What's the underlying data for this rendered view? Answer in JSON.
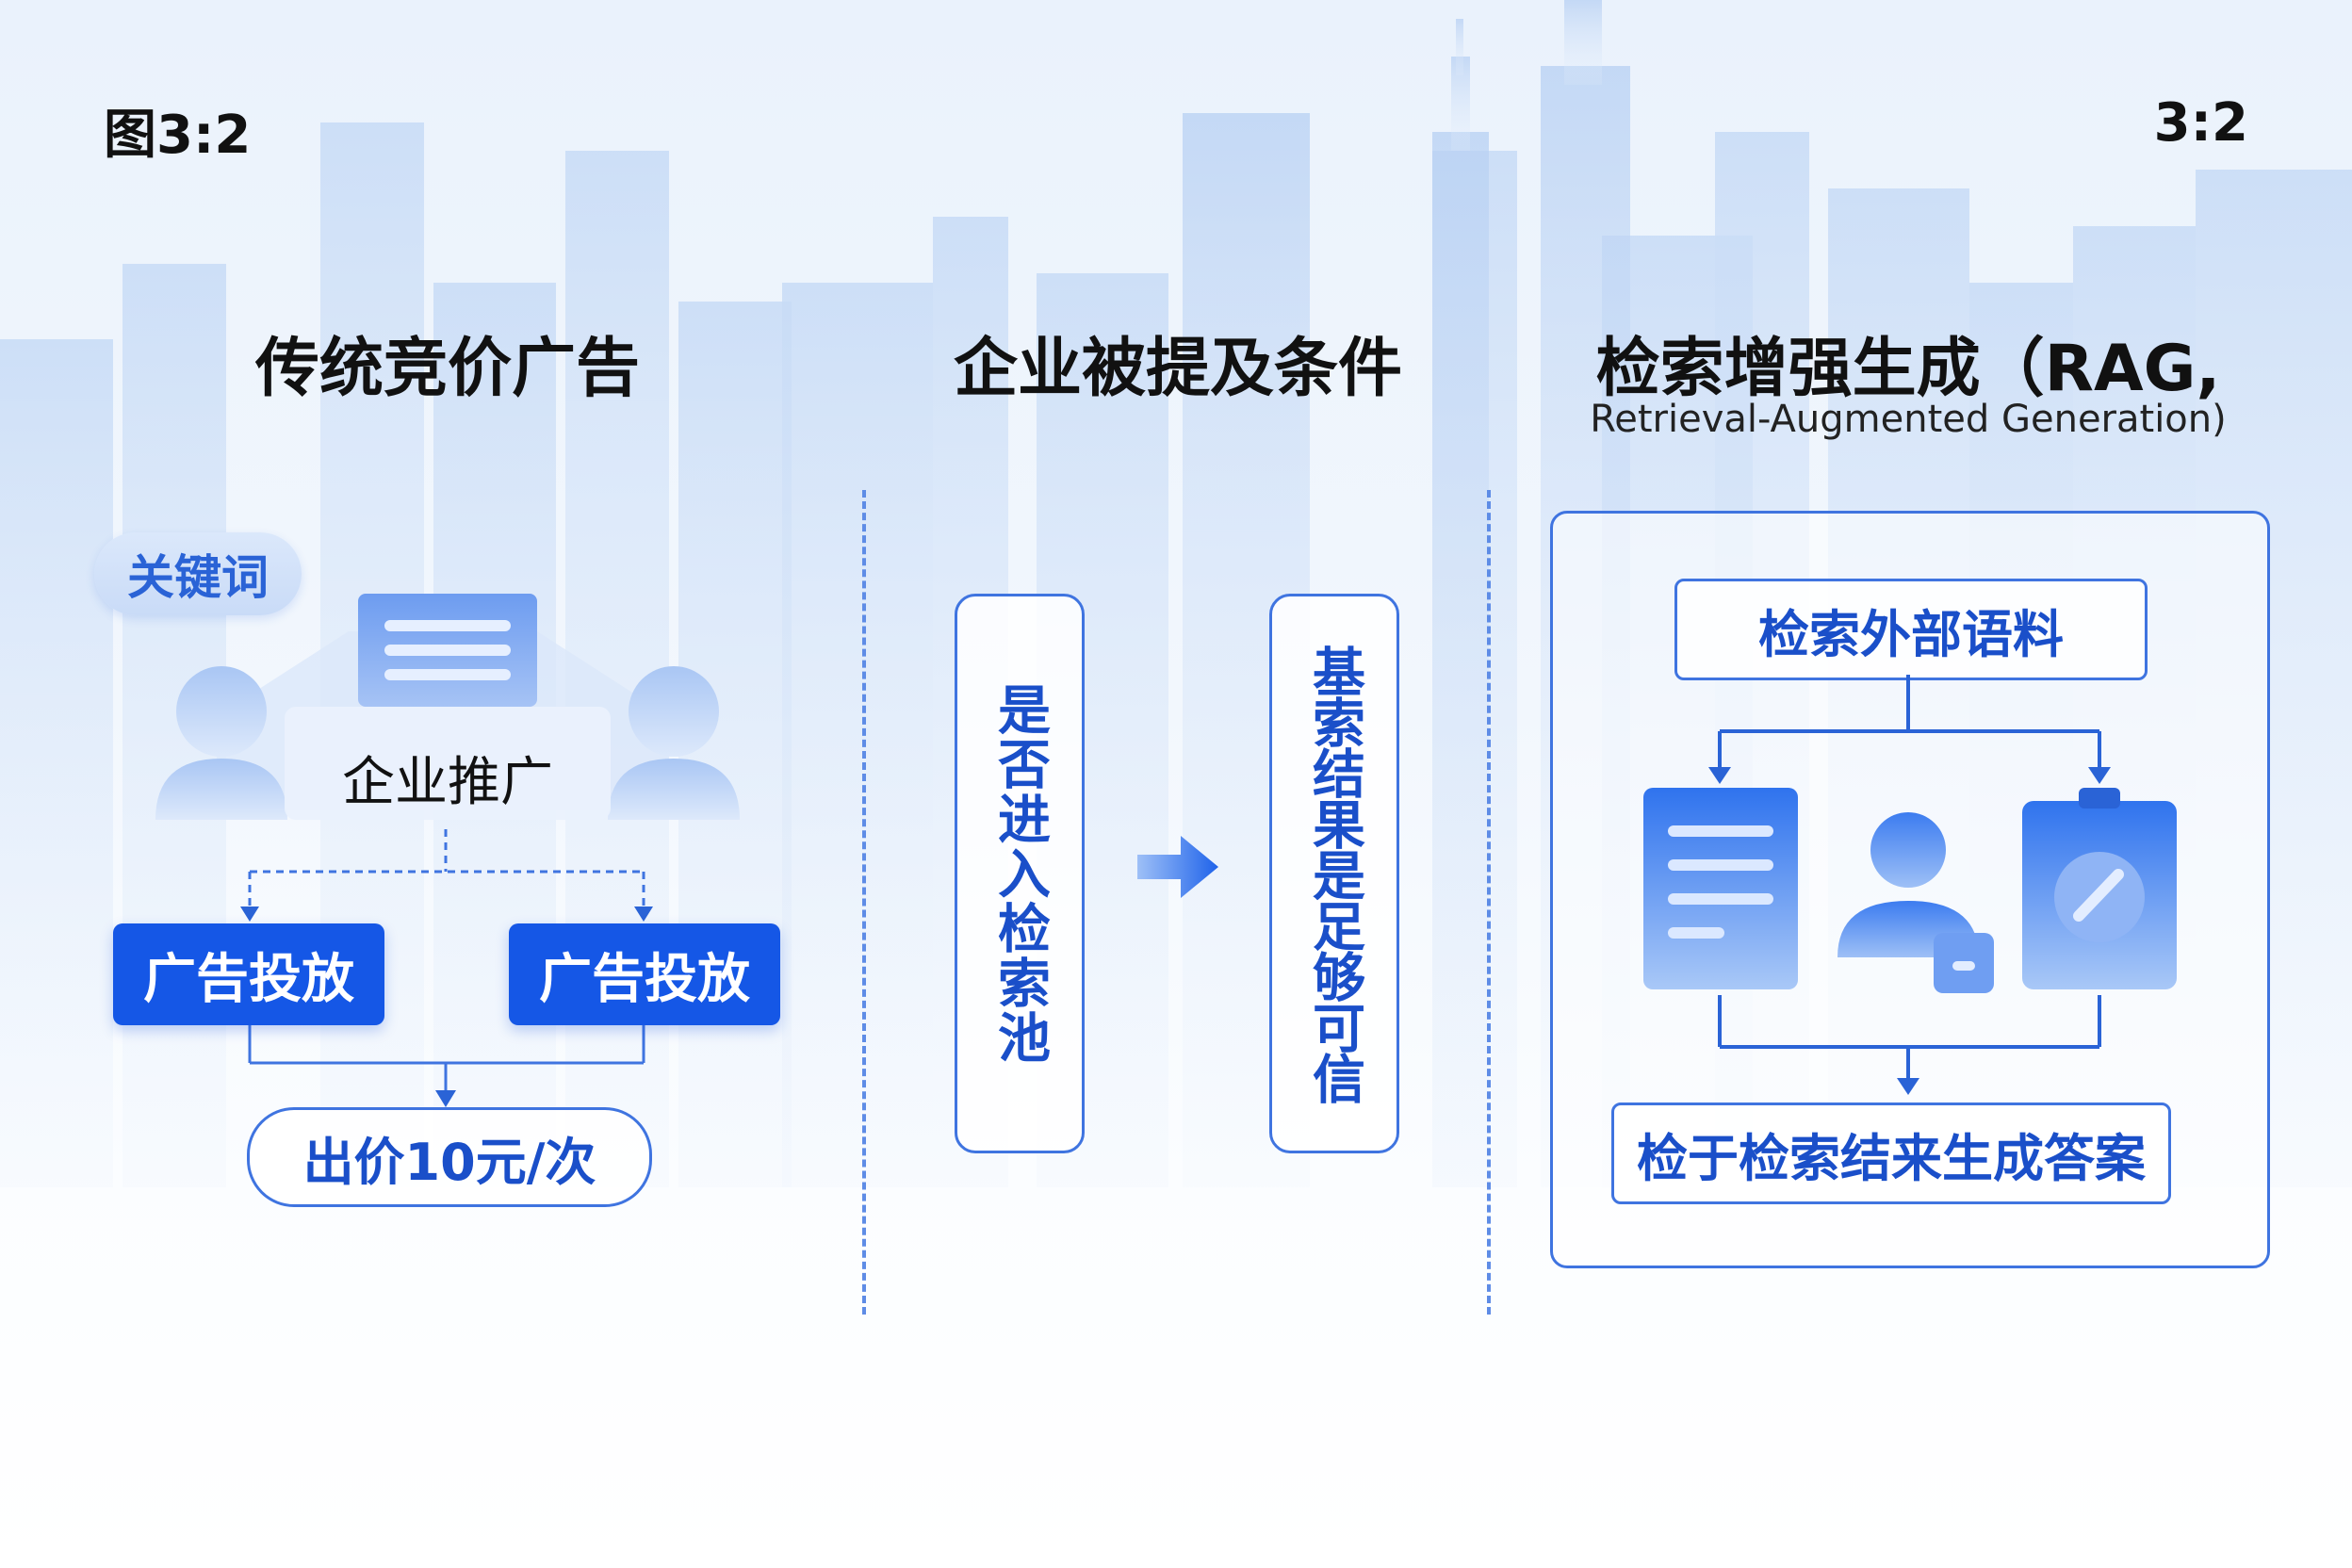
{
  "corner_left": "图3:2",
  "corner_right": "3:2",
  "panels": {
    "traditional": {
      "title": "传统竞价广告",
      "keyword_tag": "关键词",
      "center_label": "企业推广",
      "ad_left": "广告投放",
      "ad_right": "广告投放",
      "bid": "出价10元/次"
    },
    "conditions": {
      "title": "企业被提及条件",
      "condition_1": "是否进入检索池",
      "condition_2": "基索结果是足够可信"
    },
    "rag": {
      "title": "检索增强生成（RAG,",
      "subtitle": "Retrieval-Augmented Generation)",
      "top_box": "检索外部语料",
      "bottom_box": "检于检索结来生成答案"
    }
  },
  "colors": {
    "accent": "#1557e6",
    "outline": "#3f74e0",
    "text_blue": "#1a4fc9",
    "background": "#eef4fc"
  }
}
